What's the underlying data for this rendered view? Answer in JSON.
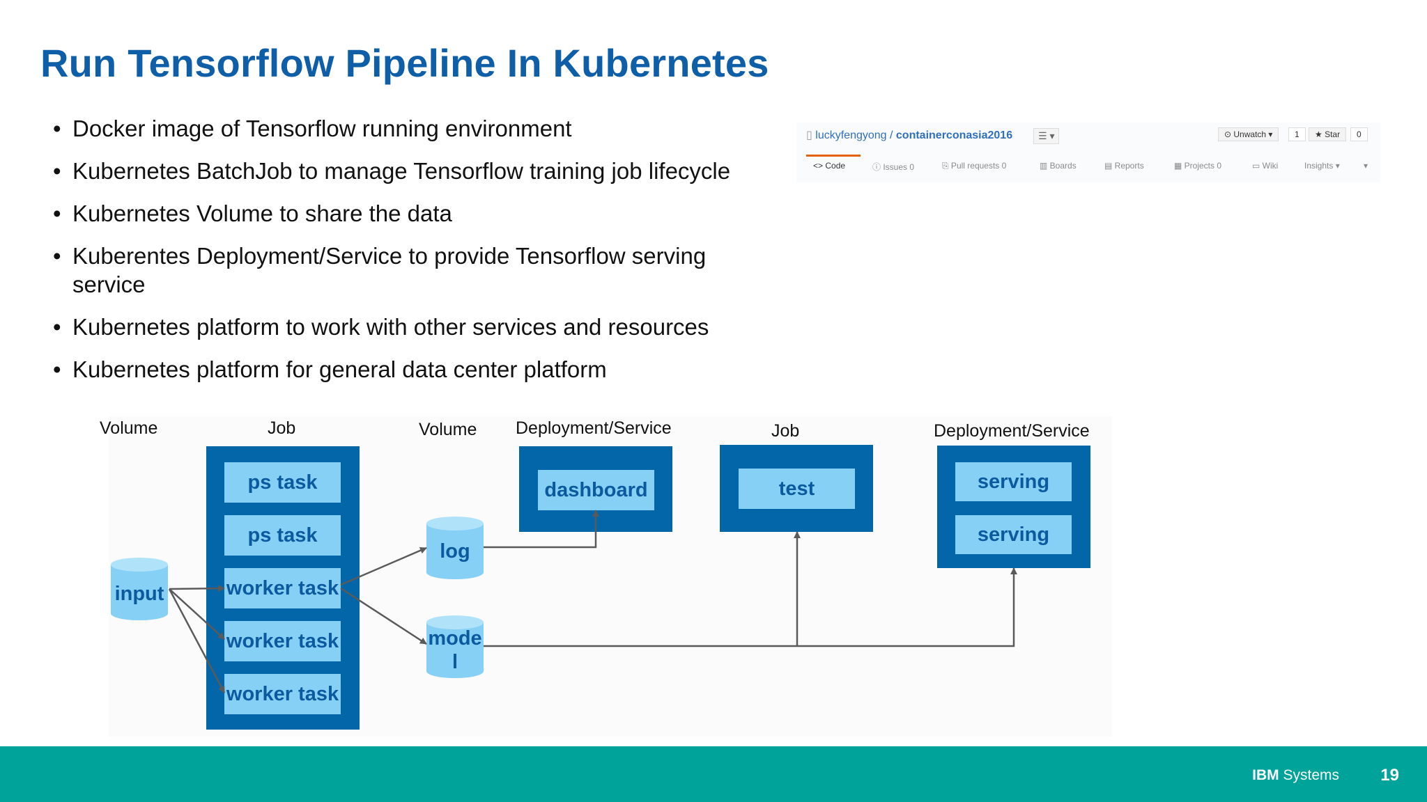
{
  "slide": {
    "title": "Run Tensorflow Pipeline In Kubernetes",
    "bullets": [
      "Docker image of Tensorflow running environment",
      "Kubernetes BatchJob to manage Tensorflow training job lifecycle",
      "Kubernetes Volume to share the data",
      "Kuberentes Deployment/Service to provide Tensorflow serving service",
      "Kubernetes platform to work with other services and resources",
      "Kubernetes platform for general data center platform"
    ]
  },
  "github": {
    "owner": "luckyfengyong",
    "sep": " / ",
    "repo": "containerconasia2016",
    "list_icon": "☰ ▾",
    "unwatch": "⊙ Unwatch ▾",
    "unwatch_count": "1",
    "star": "★ Star",
    "star_count": "0",
    "tabs": [
      "<> Code",
      "ⓘ Issues 0",
      "⎘ Pull requests 0",
      "▥ Boards",
      "▤ Reports",
      "▦ Projects 0",
      "▭ Wiki",
      "Insights ▾",
      "▾"
    ]
  },
  "diagram": {
    "labels": {
      "volume_input": "Volume",
      "job_main": "Job",
      "volume_log": "Volume",
      "deployment_dashboard": "Deployment/Service",
      "job_test": "Job",
      "deployment_serving": "Deployment/Service"
    },
    "volumes": {
      "input": "input",
      "log": "log",
      "model_line1": "mode",
      "model_line2": "l"
    },
    "job_tasks": [
      "ps task",
      "ps task",
      "worker task",
      "worker task",
      "worker task"
    ],
    "dashboard": "dashboard",
    "test": "test",
    "serving": [
      "serving",
      "serving"
    ]
  },
  "footer": {
    "brand_bold": "IBM",
    "brand_rest": " Systems",
    "page_number": "19"
  },
  "colors": {
    "title": "#0f5fa8",
    "box": "#0366a8",
    "task": "#86cff5",
    "task_text": "#0b5a9e",
    "footer": "#00a39a",
    "arrow": "#5a5a5a"
  }
}
